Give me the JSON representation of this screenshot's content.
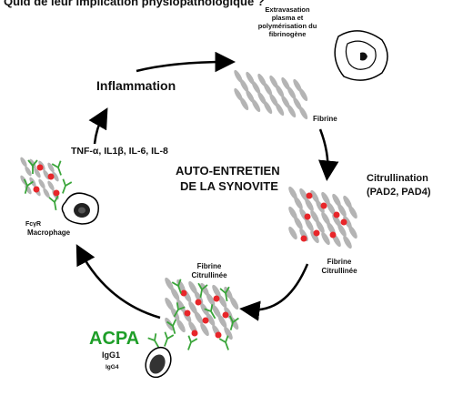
{
  "title": "Quid de leur implication physiopathologique ?",
  "inflammation": "Inflammation",
  "cytokines": "TNF-α, IL1β, IL-6, IL-8",
  "fcgr": "FcγR",
  "macrophage": "Macrophage",
  "center": {
    "line1": "AUTO-ENTRETIEN",
    "line2": "DE LA SYNOVITE"
  },
  "extravasation": [
    "Extravasation",
    "plasma et",
    "polymérisation du",
    "fibrinogène"
  ],
  "fibrine": "Fibrine",
  "citrullination": {
    "line1": "Citrullination",
    "line2": "(PAD2, PAD4)"
  },
  "fibrine_citrullinee_right": [
    "Fibrine",
    "Citrullinée"
  ],
  "fibrine_citrullinee_bottom": [
    "Fibrine",
    "Citrullinée"
  ],
  "acpa": "ACPA",
  "igg1": "IgG1",
  "igg4": "IgG4",
  "colors": {
    "acpa": "#1e9e28",
    "red_dot": "#e8262a",
    "antibody": "#3aa53a",
    "fiber": "#b4b4b4"
  }
}
